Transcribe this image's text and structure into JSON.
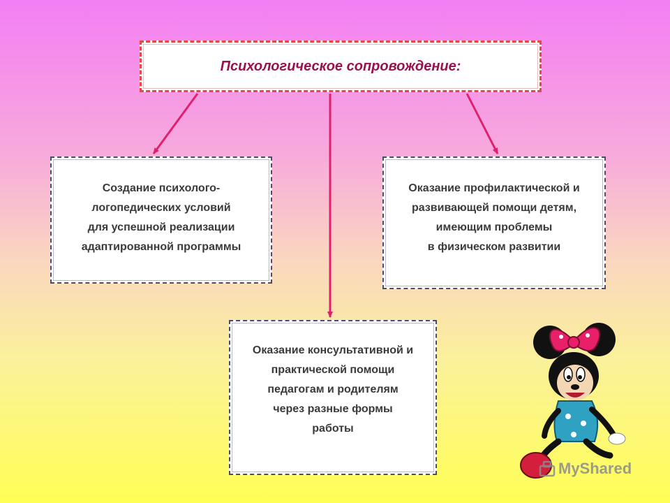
{
  "diagram": {
    "top_box": {
      "label": "Психологическое сопровождение:"
    },
    "left_box": {
      "text": "Создание  психолого-\nлогопедических условий\nдля успешной реализации\nадаптированной программы"
    },
    "right_box": {
      "text": "Оказание профилактической и\nразвивающей помощи детям,\nимеющим проблемы\nв физическом  развитии"
    },
    "bottom_box": {
      "text": "Оказание консультативной и\nпрактической помощи\nпедагогам и родителям\nчерез  разные формы\nработы"
    },
    "arrow_color": "#e0206e"
  },
  "decoration": {
    "character": "minnie-mouse-cartoon"
  },
  "watermark": {
    "text": "MyShared",
    "icon": "myshared-logo-icon"
  }
}
